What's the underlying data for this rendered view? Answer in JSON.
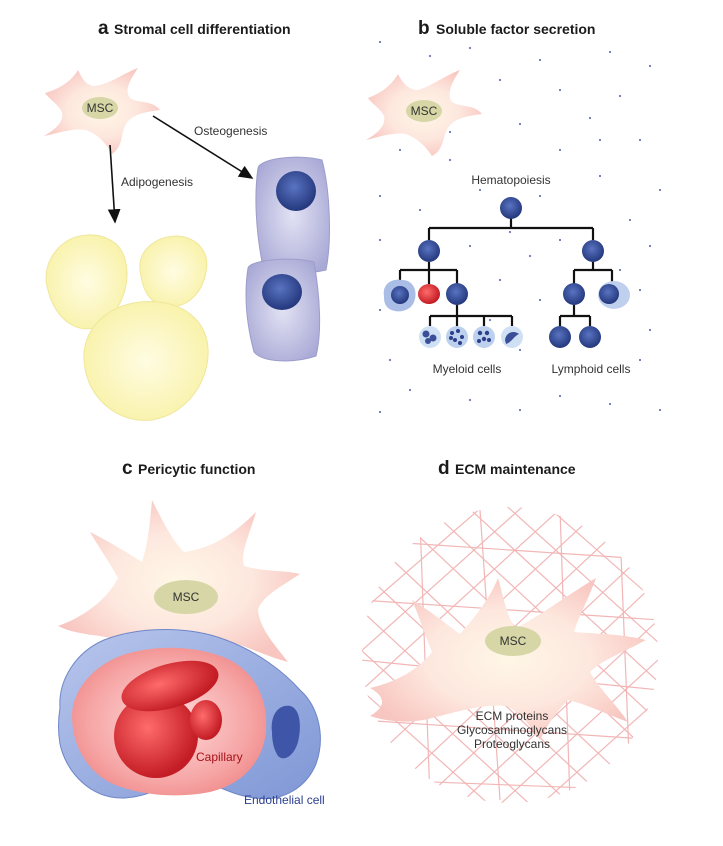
{
  "panels": {
    "a": {
      "letter": "a",
      "title": "Stromal cell differentiation",
      "msc": "MSC",
      "adipogenesis": "Adipogenesis",
      "osteogenesis": "Osteogenesis"
    },
    "b": {
      "letter": "b",
      "title": "Soluble factor secretion",
      "msc": "MSC",
      "hematopoiesis": "Hematopoiesis",
      "myeloid": "Myeloid cells",
      "lymphoid": "Lymphoid cells"
    },
    "c": {
      "letter": "c",
      "title": "Pericytic function",
      "msc": "MSC",
      "capillary": "Capillary",
      "endothelial": "Endothelial cell"
    },
    "d": {
      "letter": "d",
      "title": "ECM maintenance",
      "msc": "MSC",
      "ecm_lines": [
        "ECM proteins",
        "Glycosaminoglycans",
        "Proteoglycans"
      ]
    }
  },
  "colors": {
    "msc_cell": "#fde4de",
    "msc_nucleus": "#d6d6a6",
    "adipocyte": "#fbf6b4",
    "osteoblast": "#c6c6e6",
    "nucleus_blue": "#334c9a",
    "rbc": "#d8222a",
    "capillary_wall": "#7f9bd6",
    "ecm_mesh": "#f2b6b6"
  },
  "icons": [
    "msc-cell",
    "adipocyte",
    "osteoblast",
    "hematopoietic-cell",
    "red-blood-cell",
    "endothelial-cell",
    "ecm-mesh"
  ]
}
